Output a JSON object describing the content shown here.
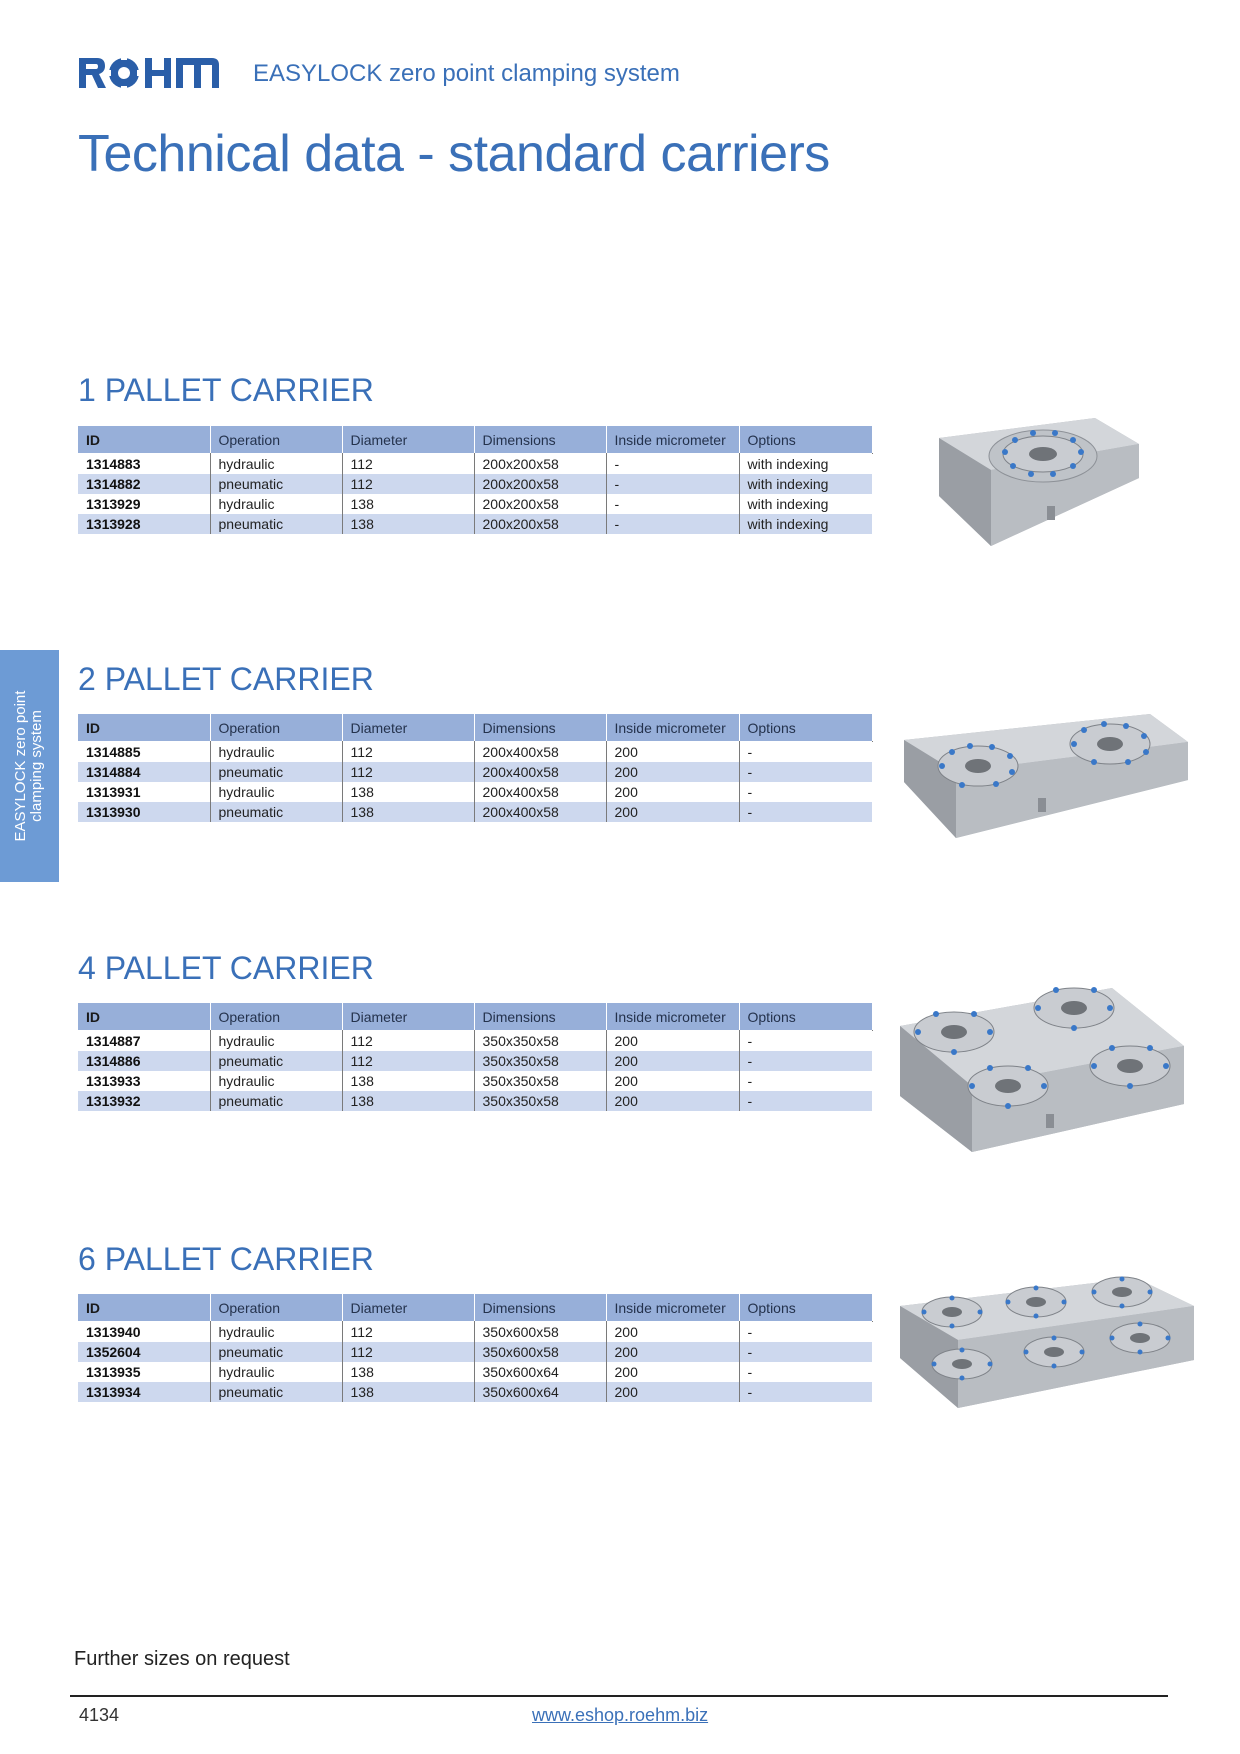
{
  "header": {
    "logo_text": "RÖHM",
    "subtitle": "EASYLOCK zero point clamping system"
  },
  "page_title": "Technical data - standard carriers",
  "side_tab": {
    "line1": "EASYLOCK zero point",
    "line2": "clamping system"
  },
  "columns": [
    "ID",
    "Operation",
    "Diameter",
    "Dimensions",
    "Inside micrometer",
    "Options"
  ],
  "sections": [
    {
      "title": "1 PALLET CARRIER",
      "rows": [
        [
          "1314883",
          "hydraulic",
          "112",
          "200x200x58",
          "-",
          "with indexing"
        ],
        [
          "1314882",
          "pneumatic",
          "112",
          "200x200x58",
          "-",
          "with indexing"
        ],
        [
          "1313929",
          "hydraulic",
          "138",
          "200x200x58",
          "-",
          "with indexing"
        ],
        [
          "1313928",
          "pneumatic",
          "138",
          "200x200x58",
          "-",
          "with indexing"
        ]
      ]
    },
    {
      "title": "2 PALLET CARRIER",
      "rows": [
        [
          "1314885",
          "hydraulic",
          "112",
          "200x400x58",
          "200",
          "-"
        ],
        [
          "1314884",
          "pneumatic",
          "112",
          "200x400x58",
          "200",
          "-"
        ],
        [
          "1313931",
          "hydraulic",
          "138",
          "200x400x58",
          "200",
          "-"
        ],
        [
          "1313930",
          "pneumatic",
          "138",
          "200x400x58",
          "200",
          "-"
        ]
      ]
    },
    {
      "title": "4 PALLET CARRIER",
      "rows": [
        [
          "1314887",
          "hydraulic",
          "112",
          "350x350x58",
          "200",
          "-"
        ],
        [
          "1314886",
          "pneumatic",
          "112",
          "350x350x58",
          "200",
          "-"
        ],
        [
          "1313933",
          "hydraulic",
          "138",
          "350x350x58",
          "200",
          "-"
        ],
        [
          "1313932",
          "pneumatic",
          "138",
          "350x350x58",
          "200",
          "-"
        ]
      ]
    },
    {
      "title": "6 PALLET CARRIER",
      "rows": [
        [
          "1313940",
          "hydraulic",
          "112",
          "350x600x58",
          "200",
          "-"
        ],
        [
          "1352604",
          "pneumatic",
          "112",
          "350x600x58",
          "200",
          "-"
        ],
        [
          "1313935",
          "hydraulic",
          "138",
          "350x600x64",
          "200",
          "-"
        ],
        [
          "1313934",
          "pneumatic",
          "138",
          "350x600x64",
          "200",
          "-"
        ]
      ]
    }
  ],
  "footnote": "Further sizes on request",
  "footer": {
    "page_number": "4134",
    "url": "www.eshop.roehm.biz"
  },
  "colors": {
    "brand_blue": "#3a70b8",
    "header_row": "#97afd9",
    "alt_row": "#cdd8ee",
    "side_tab": "#6d9bd5",
    "steel": "#c9ccd1"
  }
}
